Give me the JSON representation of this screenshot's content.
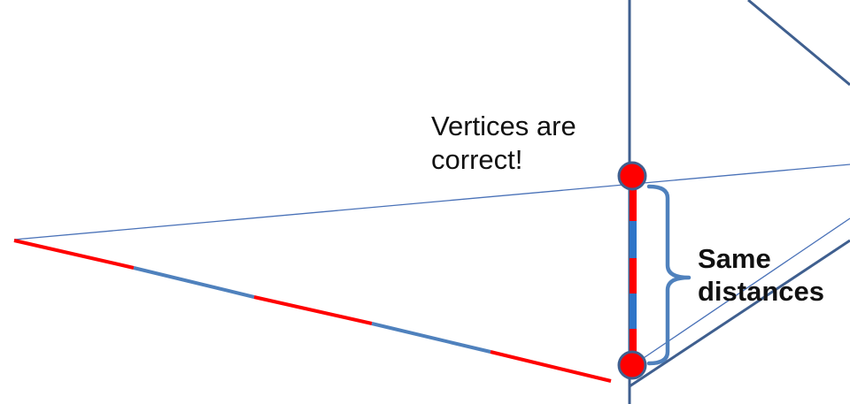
{
  "annotations": {
    "vertices_line1": "Vertices are",
    "vertices_line2": "correct!",
    "same_line1": "Same",
    "same_line2": "distances"
  },
  "colors": {
    "frame_line": "#3f5f8f",
    "ray_line": "#4a72b8",
    "segment_red": "#ff0000",
    "segment_blue": "#4f81bd",
    "vertex_fill": "#ff0000",
    "vertex_stroke": "#3f5f8f",
    "brace": "#4f81bd"
  }
}
